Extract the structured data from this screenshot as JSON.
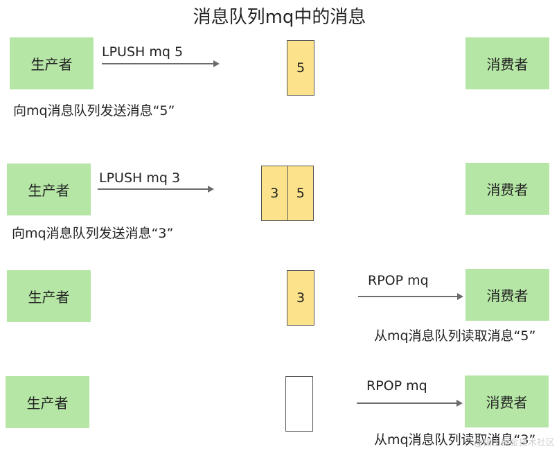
{
  "title": "消息队列mq中的消息",
  "steps": [
    {
      "producer": "生产者",
      "consumer": "消费者",
      "command": "LPUSH mq 5",
      "queue": [
        "5"
      ],
      "caption": "向mq消息队列发送消息“5”"
    },
    {
      "producer": "生产者",
      "consumer": "消费者",
      "command": "LPUSH mq 3",
      "queue": [
        "3",
        "5"
      ],
      "caption": "向mq消息队列发送消息“3”"
    },
    {
      "producer": "生产者",
      "consumer": "消费者",
      "command": "RPOP mq",
      "queue": [
        "3"
      ],
      "caption": "从mq消息队列读取消息“5”"
    },
    {
      "producer": "生产者",
      "consumer": "消费者",
      "command": "RPOP mq",
      "queue": [],
      "caption": "从mq消息队列读取消息“3”"
    }
  ],
  "watermark": "@稀土掘金技术社区",
  "colors": {
    "actor_box": "#b5e6a5",
    "queue_cell": "#fce28a",
    "arrow": "#6b6b6b"
  }
}
